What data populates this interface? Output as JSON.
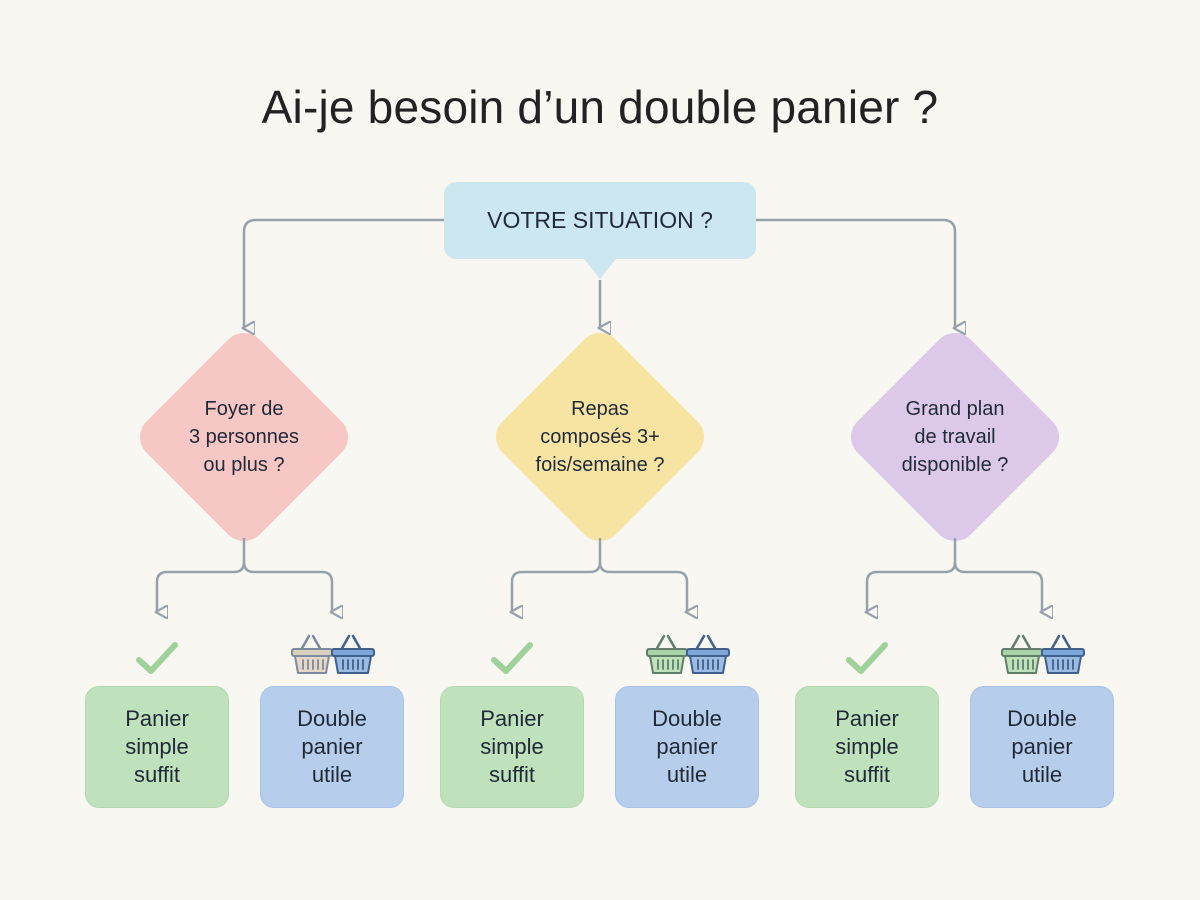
{
  "title": "Ai-je besoin d’un double panier ?",
  "root": {
    "label": "VOTRE SITUATION ?"
  },
  "colors": {
    "connector": "#98a1ab",
    "diamond_pink": "#f6c7c4",
    "diamond_yellow": "#f7e4a2",
    "diamond_purple": "#dcc9ea",
    "result_green": "#bfe2bd",
    "result_blue": "#b7cdec",
    "root_blue": "#cde7f1"
  },
  "branches": [
    {
      "question": [
        "Foyer de",
        "3 personnes",
        "ou plus ?"
      ],
      "color": "pink",
      "outcomes": [
        {
          "kind": "single",
          "icon": "check-icon",
          "lines": [
            "Panier",
            "simple",
            "suffit"
          ]
        },
        {
          "kind": "double",
          "icon": "double-basket-icon",
          "lines": [
            "Double",
            "panier",
            "utile"
          ]
        }
      ]
    },
    {
      "question": [
        "Repas",
        "composés 3+",
        "fois/semaine ?"
      ],
      "color": "yellow",
      "outcomes": [
        {
          "kind": "single",
          "icon": "check-icon",
          "lines": [
            "Panier",
            "simple",
            "suffit"
          ]
        },
        {
          "kind": "double",
          "icon": "double-basket-icon",
          "lines": [
            "Double",
            "panier",
            "utile"
          ]
        }
      ]
    },
    {
      "question": [
        "Grand plan",
        "de travail",
        "disponible ?"
      ],
      "color": "purple",
      "outcomes": [
        {
          "kind": "single",
          "icon": "check-icon",
          "lines": [
            "Panier",
            "simple",
            "suffit"
          ]
        },
        {
          "kind": "double",
          "icon": "double-basket-icon",
          "lines": [
            "Double",
            "panier",
            "utile"
          ]
        }
      ]
    }
  ]
}
